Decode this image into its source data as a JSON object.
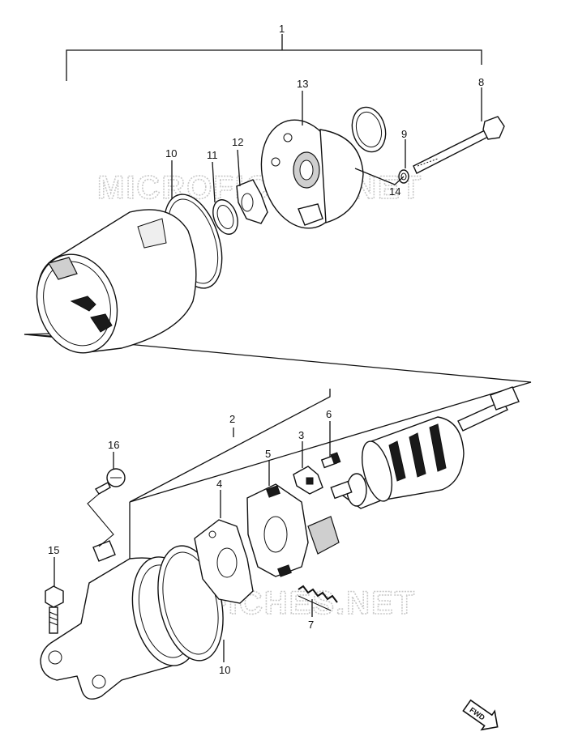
{
  "watermark": "MICROFICHES.NET",
  "fwd_label": "FWD",
  "callouts": {
    "c1": "1",
    "c2": "2",
    "c3": "3",
    "c4": "4",
    "c5": "5",
    "c6": "6",
    "c7": "7",
    "c8": "8",
    "c9": "9",
    "c10a": "10",
    "c10b": "10",
    "c11": "11",
    "c12": "12",
    "c13": "13",
    "c14": "14",
    "c15": "15",
    "c16": "16"
  }
}
